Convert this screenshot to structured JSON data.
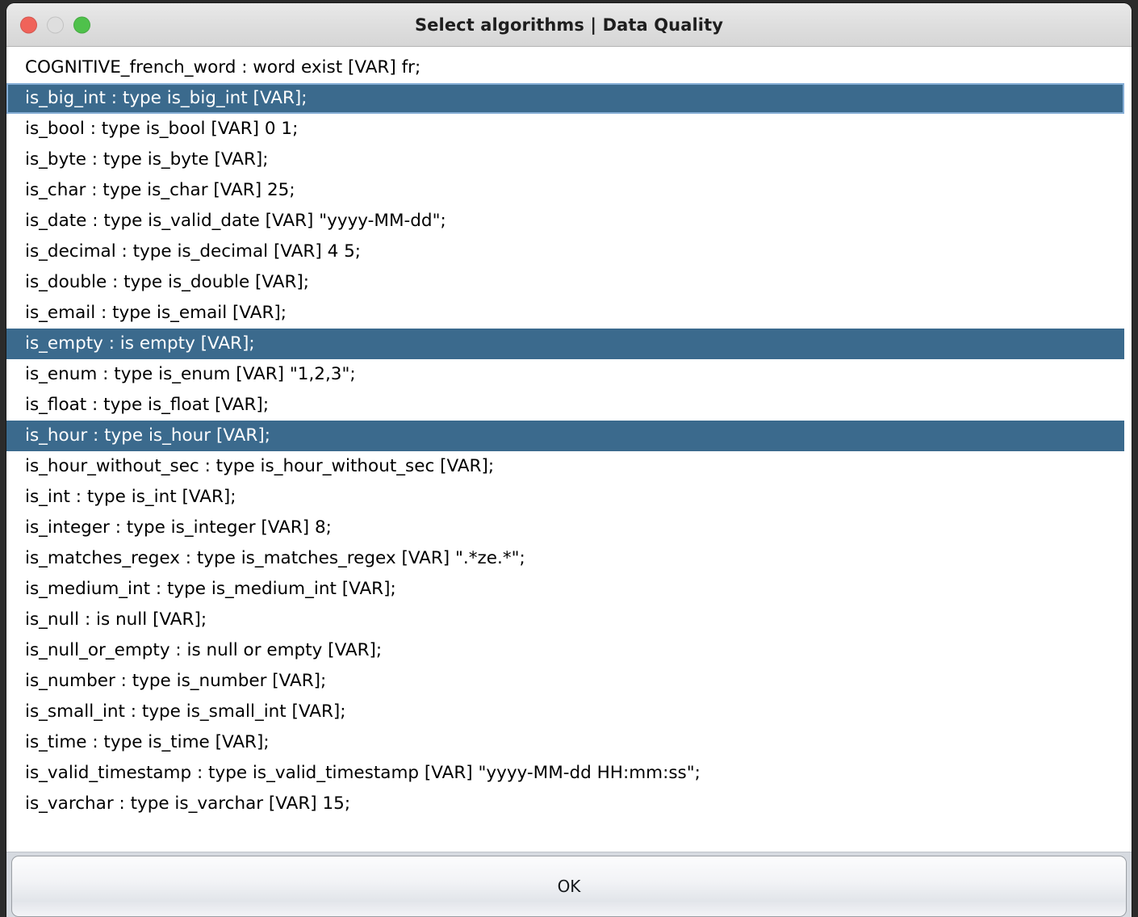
{
  "window": {
    "title": "Select algorithms | Data Quality",
    "controls": [
      {
        "name": "close-button",
        "label": "Close"
      },
      {
        "name": "minimize-button",
        "label": "Minimize"
      },
      {
        "name": "maximize-button",
        "label": "Maximize"
      }
    ]
  },
  "colors": {
    "selection_background": "#3b6a8d",
    "selection_text": "#ffffff",
    "focus_outline": "#86aed6",
    "titlebar": "#dedede",
    "close_light": "#f0635a",
    "minimize_light": "#dedede",
    "maximize_light": "#4fc14b",
    "footer": "#d6dae0"
  },
  "list": {
    "items": [
      {
        "text": "COGNITIVE_french_word :   word exist [VAR] fr;",
        "selected": false,
        "focused": false
      },
      {
        "text": "is_big_int :   type is_big_int [VAR];",
        "selected": true,
        "focused": true
      },
      {
        "text": "is_bool :   type is_bool [VAR] 0 1;",
        "selected": false,
        "focused": false
      },
      {
        "text": "is_byte :   type is_byte [VAR];",
        "selected": false,
        "focused": false
      },
      {
        "text": "is_char :   type is_char [VAR] 25;",
        "selected": false,
        "focused": false
      },
      {
        "text": "is_date :   type is_valid_date [VAR] \"yyyy-MM-dd\";",
        "selected": false,
        "focused": false
      },
      {
        "text": "is_decimal :   type is_decimal [VAR] 4 5;",
        "selected": false,
        "focused": false
      },
      {
        "text": "is_double :   type is_double [VAR];",
        "selected": false,
        "focused": false
      },
      {
        "text": "is_email :   type is_email [VAR];",
        "selected": false,
        "focused": false
      },
      {
        "text": "is_empty :   is empty [VAR];",
        "selected": true,
        "focused": false
      },
      {
        "text": "is_enum :   type is_enum [VAR] \"1,2,3\";",
        "selected": false,
        "focused": false
      },
      {
        "text": "is_float :   type is_float [VAR];",
        "selected": false,
        "focused": false
      },
      {
        "text": "is_hour :   type is_hour [VAR];",
        "selected": true,
        "focused": false
      },
      {
        "text": "is_hour_without_sec :   type is_hour_without_sec [VAR];",
        "selected": false,
        "focused": false
      },
      {
        "text": "is_int :   type is_int [VAR];",
        "selected": false,
        "focused": false
      },
      {
        "text": "is_integer :   type is_integer [VAR] 8;",
        "selected": false,
        "focused": false
      },
      {
        "text": "is_matches_regex :   type is_matches_regex [VAR] \".*ze.*\";",
        "selected": false,
        "focused": false
      },
      {
        "text": "is_medium_int :   type is_medium_int [VAR];",
        "selected": false,
        "focused": false
      },
      {
        "text": "is_null :   is null [VAR];",
        "selected": false,
        "focused": false
      },
      {
        "text": "is_null_or_empty :   is null or empty [VAR];",
        "selected": false,
        "focused": false
      },
      {
        "text": "is_number :   type is_number [VAR];",
        "selected": false,
        "focused": false
      },
      {
        "text": "is_small_int :   type is_small_int [VAR];",
        "selected": false,
        "focused": false
      },
      {
        "text": "is_time :   type is_time [VAR];",
        "selected": false,
        "focused": false
      },
      {
        "text": "is_valid_timestamp :   type is_valid_timestamp [VAR] \"yyyy-MM-dd HH:mm:ss\";",
        "selected": false,
        "focused": false
      },
      {
        "text": "is_varchar :   type is_varchar [VAR] 15;",
        "selected": false,
        "focused": false
      }
    ]
  },
  "footer": {
    "ok_label": "OK"
  }
}
